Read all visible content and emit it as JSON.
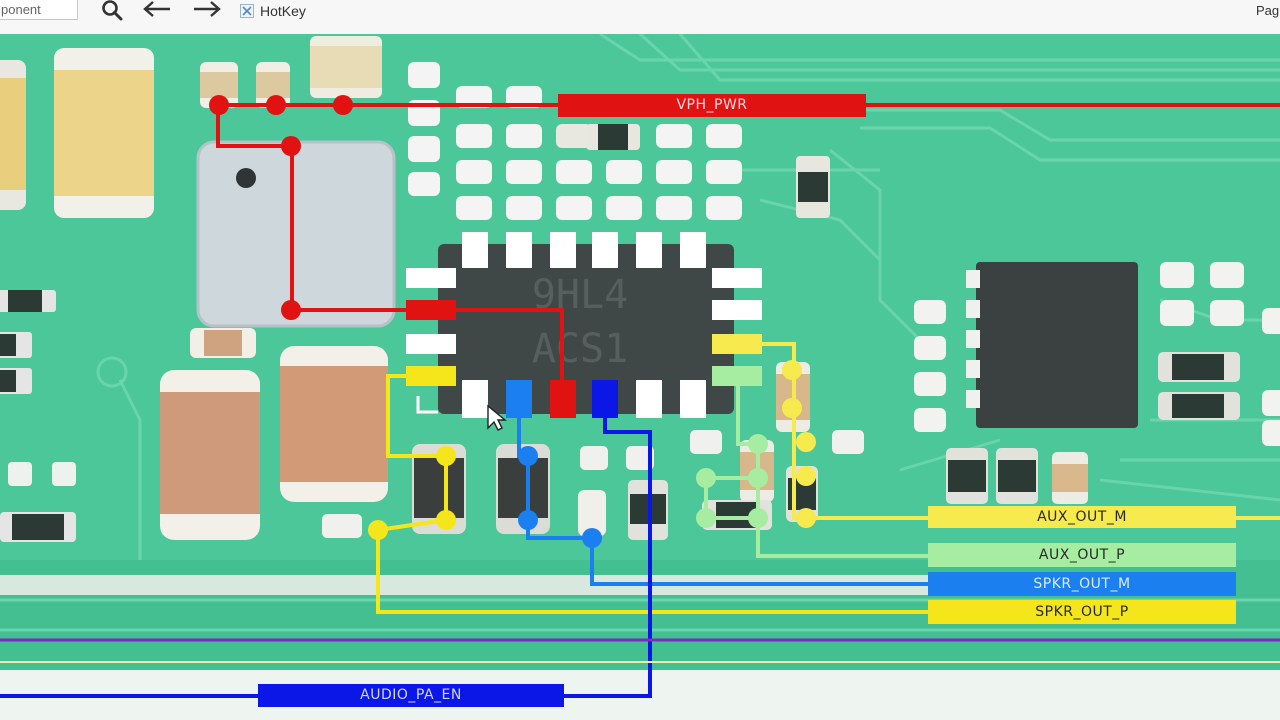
{
  "toolbar": {
    "search_input_value": "ponent",
    "search_icon": "search-icon",
    "back_icon": "arrow-left-icon",
    "forward_icon": "arrow-right-icon",
    "hotkey_label": "HotKey",
    "page_label": "Pag"
  },
  "chip": {
    "marking_line1": "9HL4",
    "marking_line2": "ACS1"
  },
  "nets": {
    "vph_pwr": "VPH_PWR",
    "aux_out_m": "AUX_OUT_M",
    "aux_out_p": "AUX_OUT_P",
    "spkr_out_m": "SPKR_OUT_M",
    "spkr_out_p": "SPKR_OUT_P",
    "audio_pa_en": "AUDIO_PA_EN"
  },
  "colors": {
    "board_green": "#4cc79a",
    "vph_pwr": "#e01212",
    "aux_out_m": "#f6ea4e",
    "aux_out_p": "#a6eda2",
    "spkr_out_m": "#1b7ff0",
    "spkr_out_p": "#f4e61a",
    "audio_pa_en": "#0b17e6"
  }
}
